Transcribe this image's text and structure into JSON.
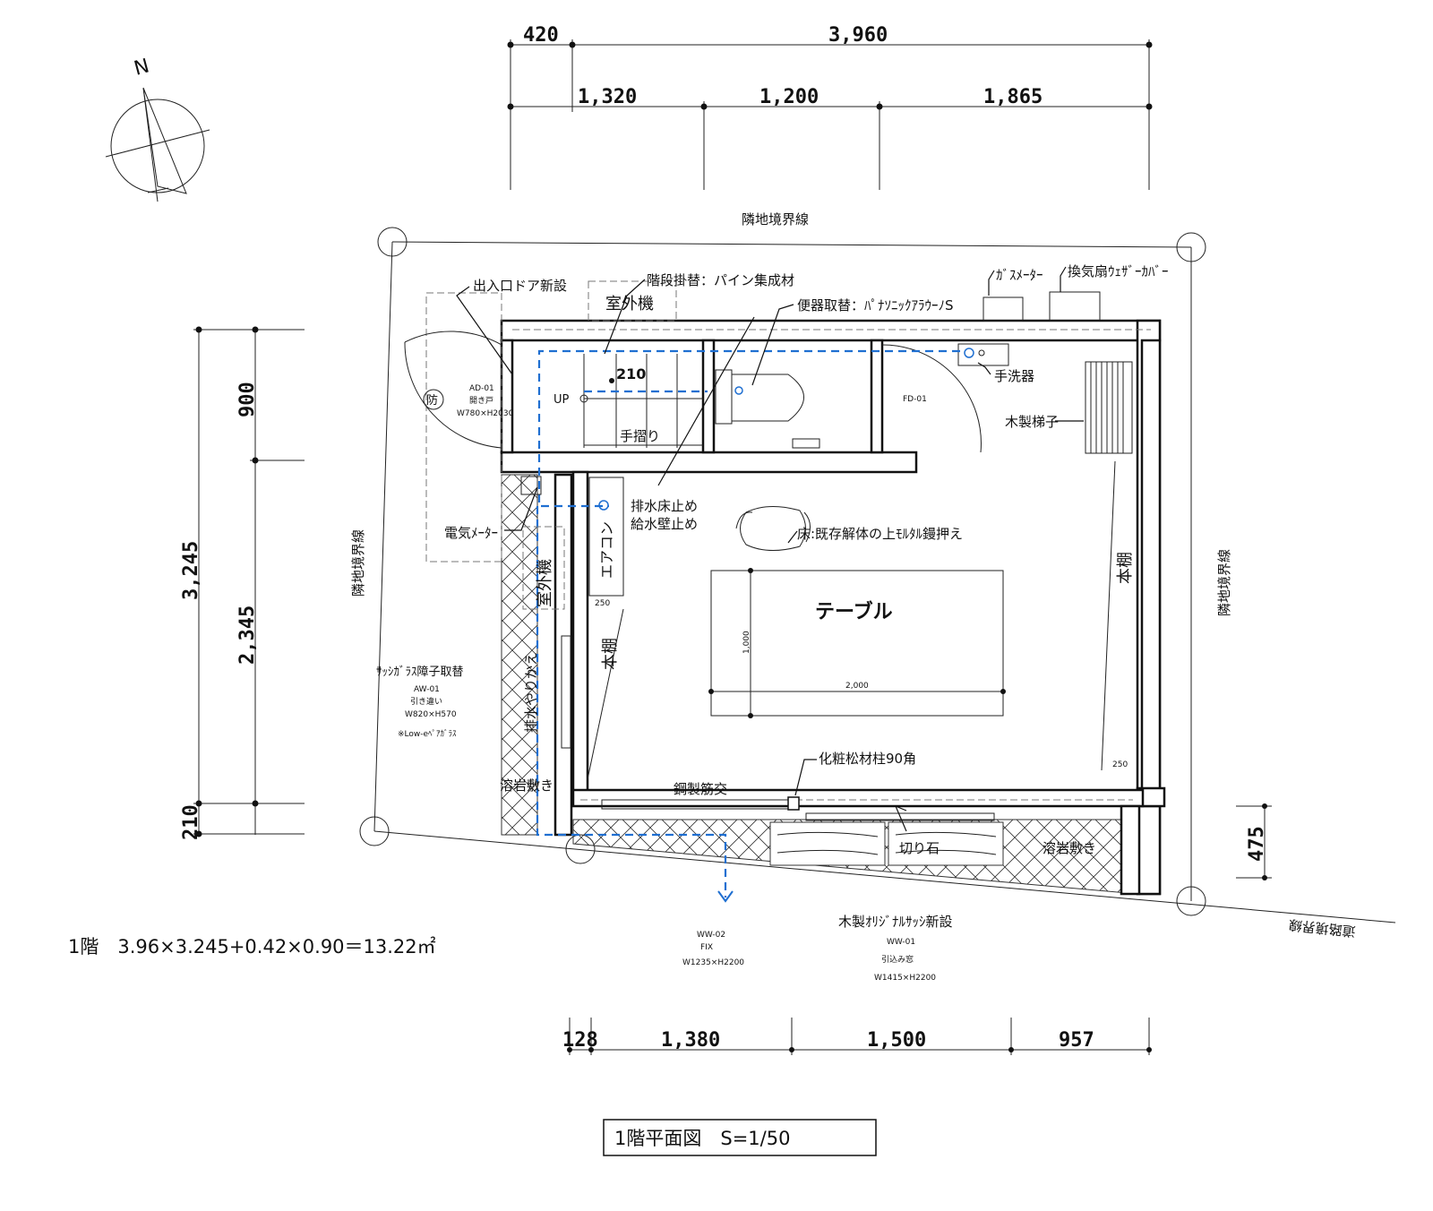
{
  "dimensions": {
    "top_row1": [
      "420",
      "3,960"
    ],
    "top_row2": [
      "1,320",
      "1,200",
      "1,865"
    ],
    "left_outer": "3,245",
    "left_inner": [
      "900",
      "2,345",
      "210"
    ],
    "bottom": [
      "128",
      "1,380",
      "1,500",
      "957"
    ],
    "right_offset": "475"
  },
  "labels": {
    "north": "N",
    "boundary_top": "隣地境界線",
    "boundary_left": "隣地境界線",
    "boundary_right": "隣地境界線",
    "boundary_road": "道路境界線",
    "entrance_door": "出入口ドア新設",
    "stair_replace": "階段掛替：パイン集成材",
    "outdoor_unit_top": "室外機",
    "toilet_replace": "便器取替：ﾊﾟﾅｿﾆｯｸｱﾗｳｰﾉS",
    "gas_meter": "ｶﾞｽﾒｰﾀｰ",
    "vent_fan": "換気扇ｳｪｻﾞｰｶﾊﾞｰ",
    "hand_basin": "手洗器",
    "wood_ladder": "木製梯子",
    "fire_mark": "防",
    "door_ad01": [
      "AD-01",
      "開き戸",
      "W780×H2030"
    ],
    "up": "UP",
    "stair_dim": "210",
    "handrail": "手摺り",
    "door_fd01": "FD-01",
    "drain_floor": "排水床止め",
    "water_wall": "給水壁止め",
    "elec_meter": "電気ﾒｰﾀｰ",
    "outdoor_unit_side": "室外機",
    "aircon": "エアコン",
    "aircon_dim": "250",
    "floor_note": "床:既存解体の上ﾓﾙﾀﾙ鏝押え",
    "bookshelf_left": "本棚",
    "bookshelf_right": "本棚",
    "shelf_dim_right": "250",
    "table": "テーブル",
    "table_depth": "1,000",
    "table_width": "2,000",
    "sash_glass": "ｻｯｼｶﾞﾗｽ障子取替",
    "window_aw01": [
      "AW-01",
      "引き違い",
      "W820×H570",
      "※Low-eﾍﾟｱｶﾞﾗｽ"
    ],
    "drain_reroute": "排水やりかえ",
    "lava_left": "溶岩敷き",
    "column": "化粧松材柱90角",
    "steel_brace": "鋼製筋交",
    "cut_stone": "切り石",
    "lava_bottom": "溶岩敷き",
    "new_sash": "木製ｵﾘｼﾞﾅﾙｻｯｼ新設",
    "window_ww02": [
      "WW-02",
      "FIX",
      "W1235×H2200"
    ],
    "window_ww01": [
      "WW-01",
      "引込み窓",
      "W1415×H2200"
    ],
    "area_calc": "1階　3.96×3.245+0.42×0.90＝13.22㎡",
    "drawing_title": "1階平面図　S=1/50"
  }
}
